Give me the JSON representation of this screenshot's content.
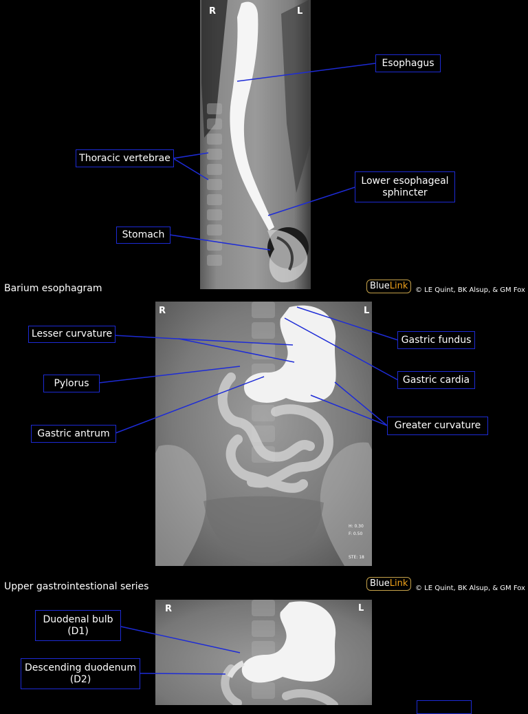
{
  "panels": {
    "esophagram": {
      "caption": "Barium esophagram",
      "side_right": "R",
      "side_left": "L",
      "labels": {
        "esophagus": "Esophagus",
        "thoracic_vertebrae": "Thoracic vertebrae",
        "les_line1": "Lower esophageal",
        "les_line2": "sphincter",
        "stomach": "Stomach"
      }
    },
    "ugi": {
      "caption": "Upper gastrointestional series",
      "side_right": "R",
      "side_left": "L",
      "labels": {
        "lesser_curvature": "Lesser curvature",
        "pylorus": "Pylorus",
        "gastric_antrum": "Gastric antrum",
        "gastric_fundus": "Gastric fundus",
        "gastric_cardia": "Gastric cardia",
        "greater_curvature": "Greater curvature"
      },
      "meta": {
        "h": "H: 0.30",
        "f": "F: 0.50",
        "ste": "STE: 18"
      }
    },
    "duodenum": {
      "side_right": "R",
      "side_left": "L",
      "labels": {
        "d1_line1": "Duodenal bulb",
        "d1_line2": "(D1)",
        "d2_line1": "Descending duodenum",
        "d2_line2": "(D2)"
      }
    }
  },
  "branding": {
    "logo_blue": "Blue",
    "logo_link": "Link",
    "copyright": "© LE Quint, BK Alsup, & GM Fox"
  },
  "colors": {
    "label_border": "#1d2bd6",
    "logo_accent": "#f0a21b",
    "background": "#000000"
  }
}
